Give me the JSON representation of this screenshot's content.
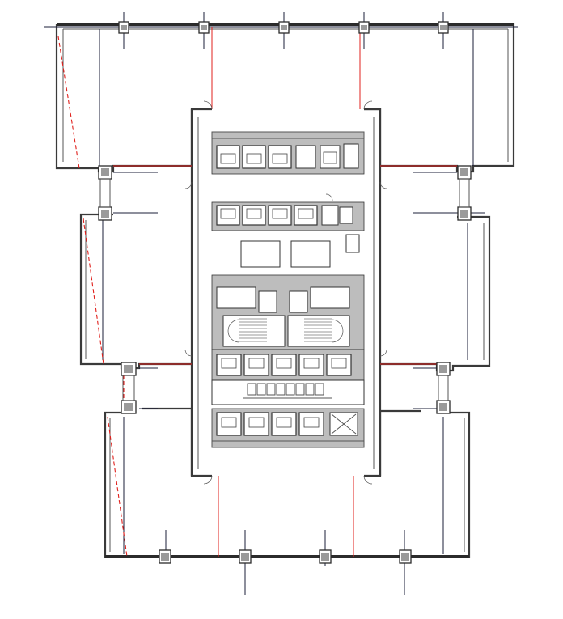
{
  "drawing": {
    "type": "floor plan",
    "colors": {
      "wall": "#3a3a3a",
      "grid_line": "#1b1f3a",
      "red_line": "#e0201c",
      "core_fill": "#bdbdbd"
    }
  },
  "core": {
    "lift_banks": [
      {
        "id": "upper",
        "count": 5
      },
      {
        "id": "second",
        "count": 5
      },
      {
        "id": "third",
        "count": 5
      },
      {
        "id": "lower",
        "count": 4
      }
    ],
    "stairs": 2
  }
}
